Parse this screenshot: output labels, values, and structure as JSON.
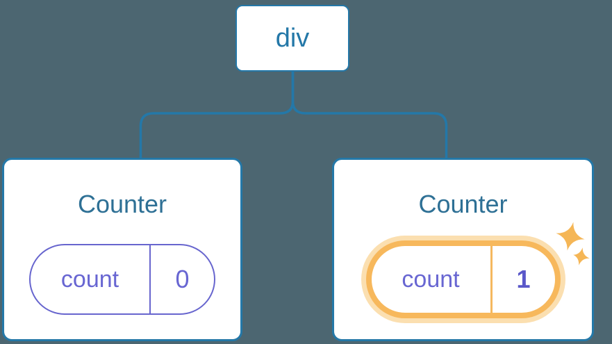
{
  "diagram": {
    "description": "React component tree with state diagram",
    "background_color": "#4C6671",
    "root_node": {
      "label": "div"
    },
    "children": [
      {
        "title": "Counter",
        "state": {
          "key": "count",
          "value": "0"
        },
        "highlighted": false
      },
      {
        "title": "Counter",
        "state": {
          "key": "count",
          "value": "1"
        },
        "highlighted": true
      }
    ],
    "colors": {
      "background": "#4C6671",
      "node_border_blue": "#2478A8",
      "title_blue": "#2E7095",
      "state_purple": "#6866D2",
      "state_value_bold_purple": "#5A58C9",
      "highlight_ring_amber": "#F7B85C",
      "highlight_glow": "#FBDFB0",
      "sparkle_amber": "#F5B656",
      "card_fill": "#ffffff"
    },
    "icons": {
      "sparkles": "sparkles-icon"
    }
  }
}
